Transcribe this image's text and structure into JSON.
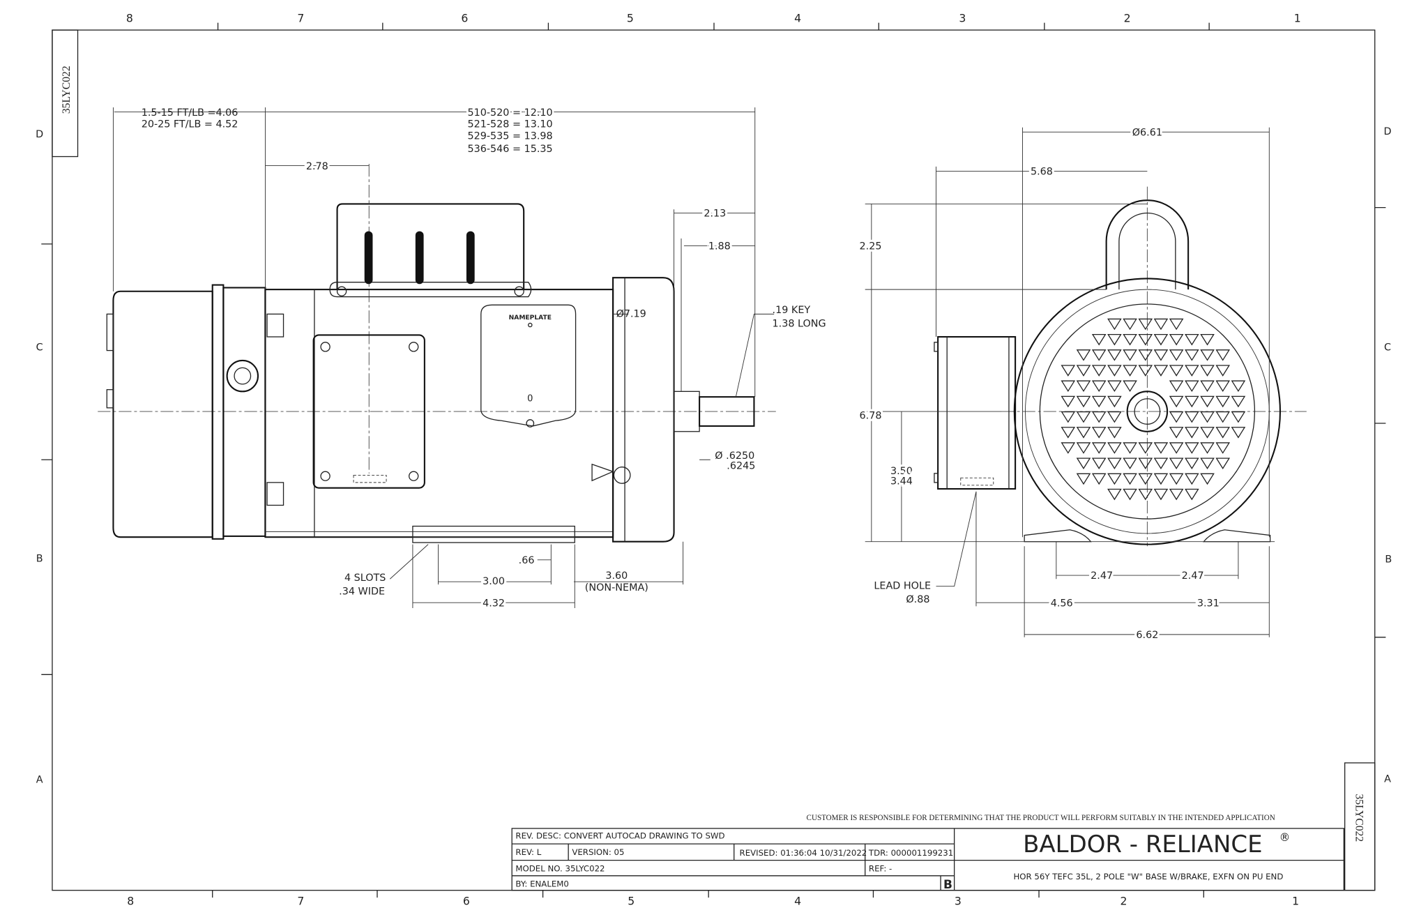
{
  "border": {
    "columns": [
      "8",
      "7",
      "6",
      "5",
      "4",
      "3",
      "2",
      "1"
    ],
    "rows": [
      "D",
      "C",
      "B",
      "A"
    ],
    "corner_label": "35LYC022"
  },
  "side_view": {
    "brake_len_1": "1.5-15 FT/LB =4.06",
    "brake_len_2": "20-25 FT/LB = 4.52",
    "len_1": "510-520 = 12.10",
    "len_2": "521-528 = 13.10",
    "len_3": "529-535 = 13.98",
    "len_4": "536-546 = 15.35",
    "d_278": "2.78",
    "d_213": "2.13",
    "d_188": "1.88",
    "d_719": "Ø7.19",
    "key_1": ".19 KEY",
    "key_2": "1.38 LONG",
    "shaft_1": "Ø .6250",
    "shaft_2": ".6245",
    "slots_1": "4 SLOTS",
    "slots_2": ".34 WIDE",
    "d_066": ".66",
    "d_300": "3.00",
    "d_432": "4.32",
    "d_360": "3.60",
    "non_nema": "(NON-NEMA)",
    "nameplate": "NAMEPLATE",
    "zero": "0"
  },
  "end_view": {
    "d_661": "Ø6.61",
    "d_568": "5.68",
    "d_225": "2.25",
    "d_678": "6.78",
    "d_350": "3.50",
    "d_344": "3.44",
    "lead_1": "LEAD HOLE",
    "lead_2": "Ø.88",
    "d_247a": "2.47",
    "d_247b": "2.47",
    "d_456": "4.56",
    "d_331": "3.31",
    "d_662": "6.62"
  },
  "title_block": {
    "disclaimer": "CUSTOMER IS RESPONSIBLE FOR DETERMINING THAT THE PRODUCT WILL PERFORM SUITABLY IN THE INTENDED APPLICATION",
    "rev_desc": "REV. DESC: CONVERT AUTOCAD DRAWING TO SWD",
    "rev": "REV:  L",
    "version": "VERSION:  05",
    "revised": "REVISED:  01:36:04 10/31/2022",
    "tdr": "TDR: 000001199231",
    "model": "MODEL NO.  35LYC022",
    "ref": "REF:  -",
    "by": "BY: ENALEM0",
    "size": "B",
    "brand": "BALDOR - RELIANCE",
    "reg": "®",
    "description": "HOR 56Y TEFC 35L, 2 POLE \"W\" BASE W/BRAKE, EXFN ON PU END",
    "side_label": "35LYC022"
  }
}
